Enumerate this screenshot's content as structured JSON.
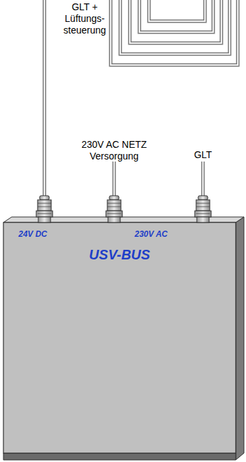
{
  "diagram": {
    "nodes": [
      {
        "text": [
          "24V DC",
          "230V AC",
          "USV-BUS"
        ]
      }
    ],
    "labels": [
      "GLT + Lüftungs- steuerung",
      "230V AC NETZ Versorgung",
      "GLT"
    ]
  }
}
